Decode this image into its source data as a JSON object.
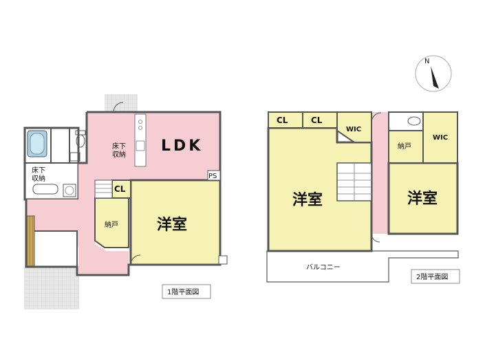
{
  "floor1": {
    "caption": "1階平面図",
    "rooms": {
      "ldk": "LDK",
      "western": "洋室",
      "storage_nando": "納戸",
      "closet": "CL",
      "underfloor_kitchen": [
        "床下",
        "収納"
      ],
      "underfloor_wash": [
        "床下",
        "収納"
      ],
      "pipe_space": "PS"
    }
  },
  "floor2": {
    "caption": "2階平面図",
    "rooms": {
      "western_left": "洋室",
      "western_right": "洋室",
      "closet_1": "CL",
      "closet_2": "CL",
      "wic_left": "WIC",
      "wic_right": "WIC",
      "storage_nando": "納戸",
      "balcony": "バルコニー"
    }
  },
  "compass": {
    "label": "N",
    "icon": "north-arrow-icon"
  },
  "colors": {
    "pink": "#f6cdd2",
    "yellow": "#f6f2b3",
    "gray_exterior": "#e6e6e6",
    "brown_deck": "#c8a45c",
    "wall": "#555555",
    "blue_fixture": "#a7d3ea"
  }
}
